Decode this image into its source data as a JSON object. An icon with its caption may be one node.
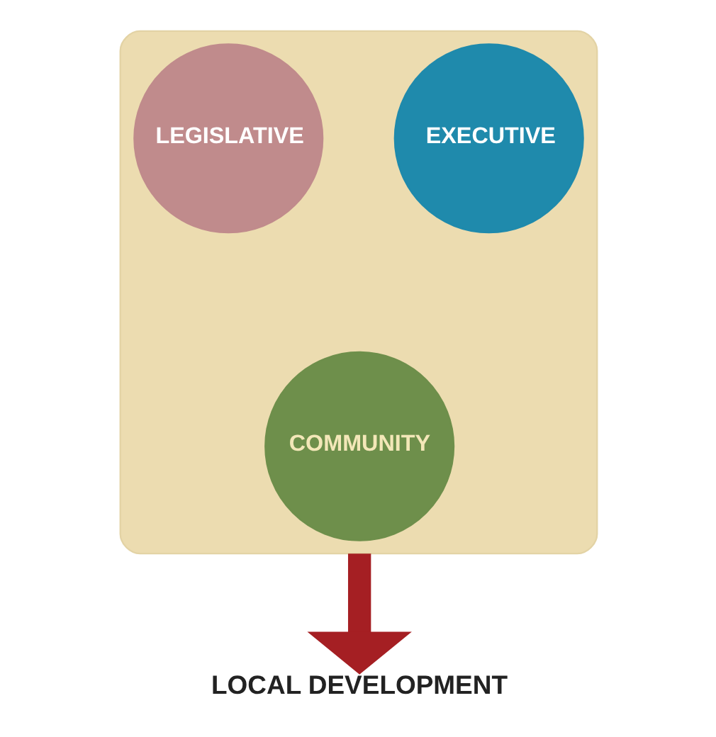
{
  "diagram": {
    "nodes": [
      {
        "text": [],
        "shape": "funnel"
      },
      {
        "text": [
          "LEGISLATIVE"
        ],
        "in": 0
      },
      {
        "text": [
          "EXECUTIVE"
        ],
        "in": 0
      },
      {
        "text": [
          "COMMUNITY"
        ],
        "in": 0
      },
      {
        "text": [
          "LOCAL DEVELOPMENT"
        ]
      }
    ],
    "edges": [
      {
        "from": 0,
        "to": 4,
        "arrow": "to",
        "color": "#a51f23"
      }
    ]
  }
}
